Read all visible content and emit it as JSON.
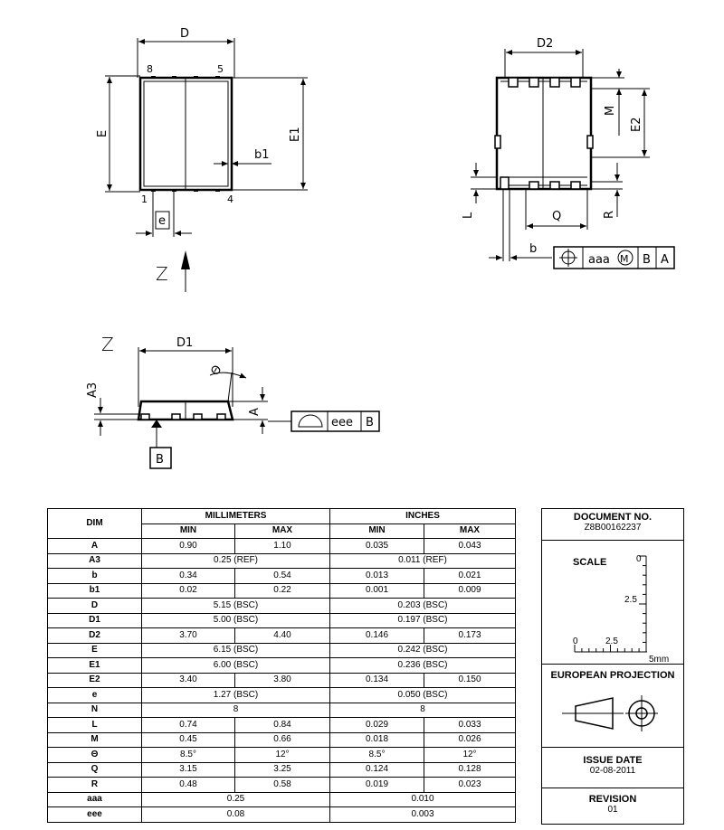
{
  "top_view": {
    "dim_D": "D",
    "dim_E": "E",
    "dim_E1": "E1",
    "dim_b1": "b1",
    "dim_e": "e",
    "pin_8": "8",
    "pin_5": "5",
    "pin_1": "1",
    "pin_4": "4",
    "view_arrow": "Z"
  },
  "bottom_view": {
    "dim_D2": "D2",
    "dim_M": "M",
    "dim_E2": "E2",
    "dim_L": "L",
    "dim_Q": "Q",
    "dim_R": "R",
    "dim_b": "b",
    "fcf_tolerance": "aaa",
    "fcf_modifier": "M",
    "fcf_datum_1": "B",
    "fcf_datum_2": "A"
  },
  "side_view": {
    "view_label": "Z",
    "dim_D1": "D1",
    "dim_A3": "A3",
    "dim_theta": "Θ",
    "dim_A": "A",
    "fcf_tolerance": "eee",
    "fcf_datum": "B",
    "datum_label": "B"
  },
  "table": {
    "header_dim": "DIM",
    "header_mm": "MILLIMETERS",
    "header_in": "INCHES",
    "header_min": "MIN",
    "header_max": "MAX",
    "rows": [
      {
        "dim": "A",
        "mm_min": "0.90",
        "mm_max": "1.10",
        "in_min": "0.035",
        "in_max": "0.043"
      },
      {
        "dim": "A3",
        "mm_span": "0.25 (REF)",
        "in_span": "0.011 (REF)"
      },
      {
        "dim": "b",
        "mm_min": "0.34",
        "mm_max": "0.54",
        "in_min": "0.013",
        "in_max": "0.021"
      },
      {
        "dim": "b1",
        "mm_min": "0.02",
        "mm_max": "0.22",
        "in_min": "0.001",
        "in_max": "0.009"
      },
      {
        "dim": "D",
        "mm_span": "5.15 (BSC)",
        "in_span": "0.203 (BSC)"
      },
      {
        "dim": "D1",
        "mm_span": "5.00 (BSC)",
        "in_span": "0.197 (BSC)"
      },
      {
        "dim": "D2",
        "mm_min": "3.70",
        "mm_max": "4.40",
        "in_min": "0.146",
        "in_max": "0.173"
      },
      {
        "dim": "E",
        "mm_span": "6.15 (BSC)",
        "in_span": "0.242 (BSC)"
      },
      {
        "dim": "E1",
        "mm_span": "6.00 (BSC)",
        "in_span": "0.236 (BSC)"
      },
      {
        "dim": "E2",
        "mm_min": "3.40",
        "mm_max": "3.80",
        "in_min": "0.134",
        "in_max": "0.150"
      },
      {
        "dim": "e",
        "mm_span": "1.27 (BSC)",
        "in_span": "0.050 (BSC)"
      },
      {
        "dim": "N",
        "mm_span": "8",
        "in_span": "8",
        "centered": true
      },
      {
        "dim": "L",
        "mm_min": "0.74",
        "mm_max": "0.84",
        "in_min": "0.029",
        "in_max": "0.033"
      },
      {
        "dim": "M",
        "mm_min": "0.45",
        "mm_max": "0.66",
        "in_min": "0.018",
        "in_max": "0.026"
      },
      {
        "dim": "Θ",
        "mm_min": "8.5°",
        "mm_max": "12°",
        "in_min": "8.5°",
        "in_max": "12°"
      },
      {
        "dim": "Q",
        "mm_min": "3.15",
        "mm_max": "3.25",
        "in_min": "0.124",
        "in_max": "0.128"
      },
      {
        "dim": "R",
        "mm_min": "0.48",
        "mm_max": "0.58",
        "in_min": "0.019",
        "in_max": "0.023"
      },
      {
        "dim": "aaa",
        "mm_span": "0.25",
        "in_span": "0.010",
        "centered": true
      },
      {
        "dim": "eee",
        "mm_span": "0.08",
        "in_span": "0.003",
        "centered": true
      }
    ]
  },
  "title_block": {
    "doc_label": "DOCUMENT NO.",
    "doc_number": "Z8B00162237",
    "scale_label": "SCALE",
    "scale_v_0": "0",
    "scale_v_25": "2.5",
    "scale_h_0": "0",
    "scale_h_25": "2.5",
    "scale_unit": "5mm",
    "projection_label": "EUROPEAN PROJECTION",
    "issue_label": "ISSUE DATE",
    "issue_date": "02-08-2011",
    "revision_label": "REVISION",
    "revision": "01"
  }
}
